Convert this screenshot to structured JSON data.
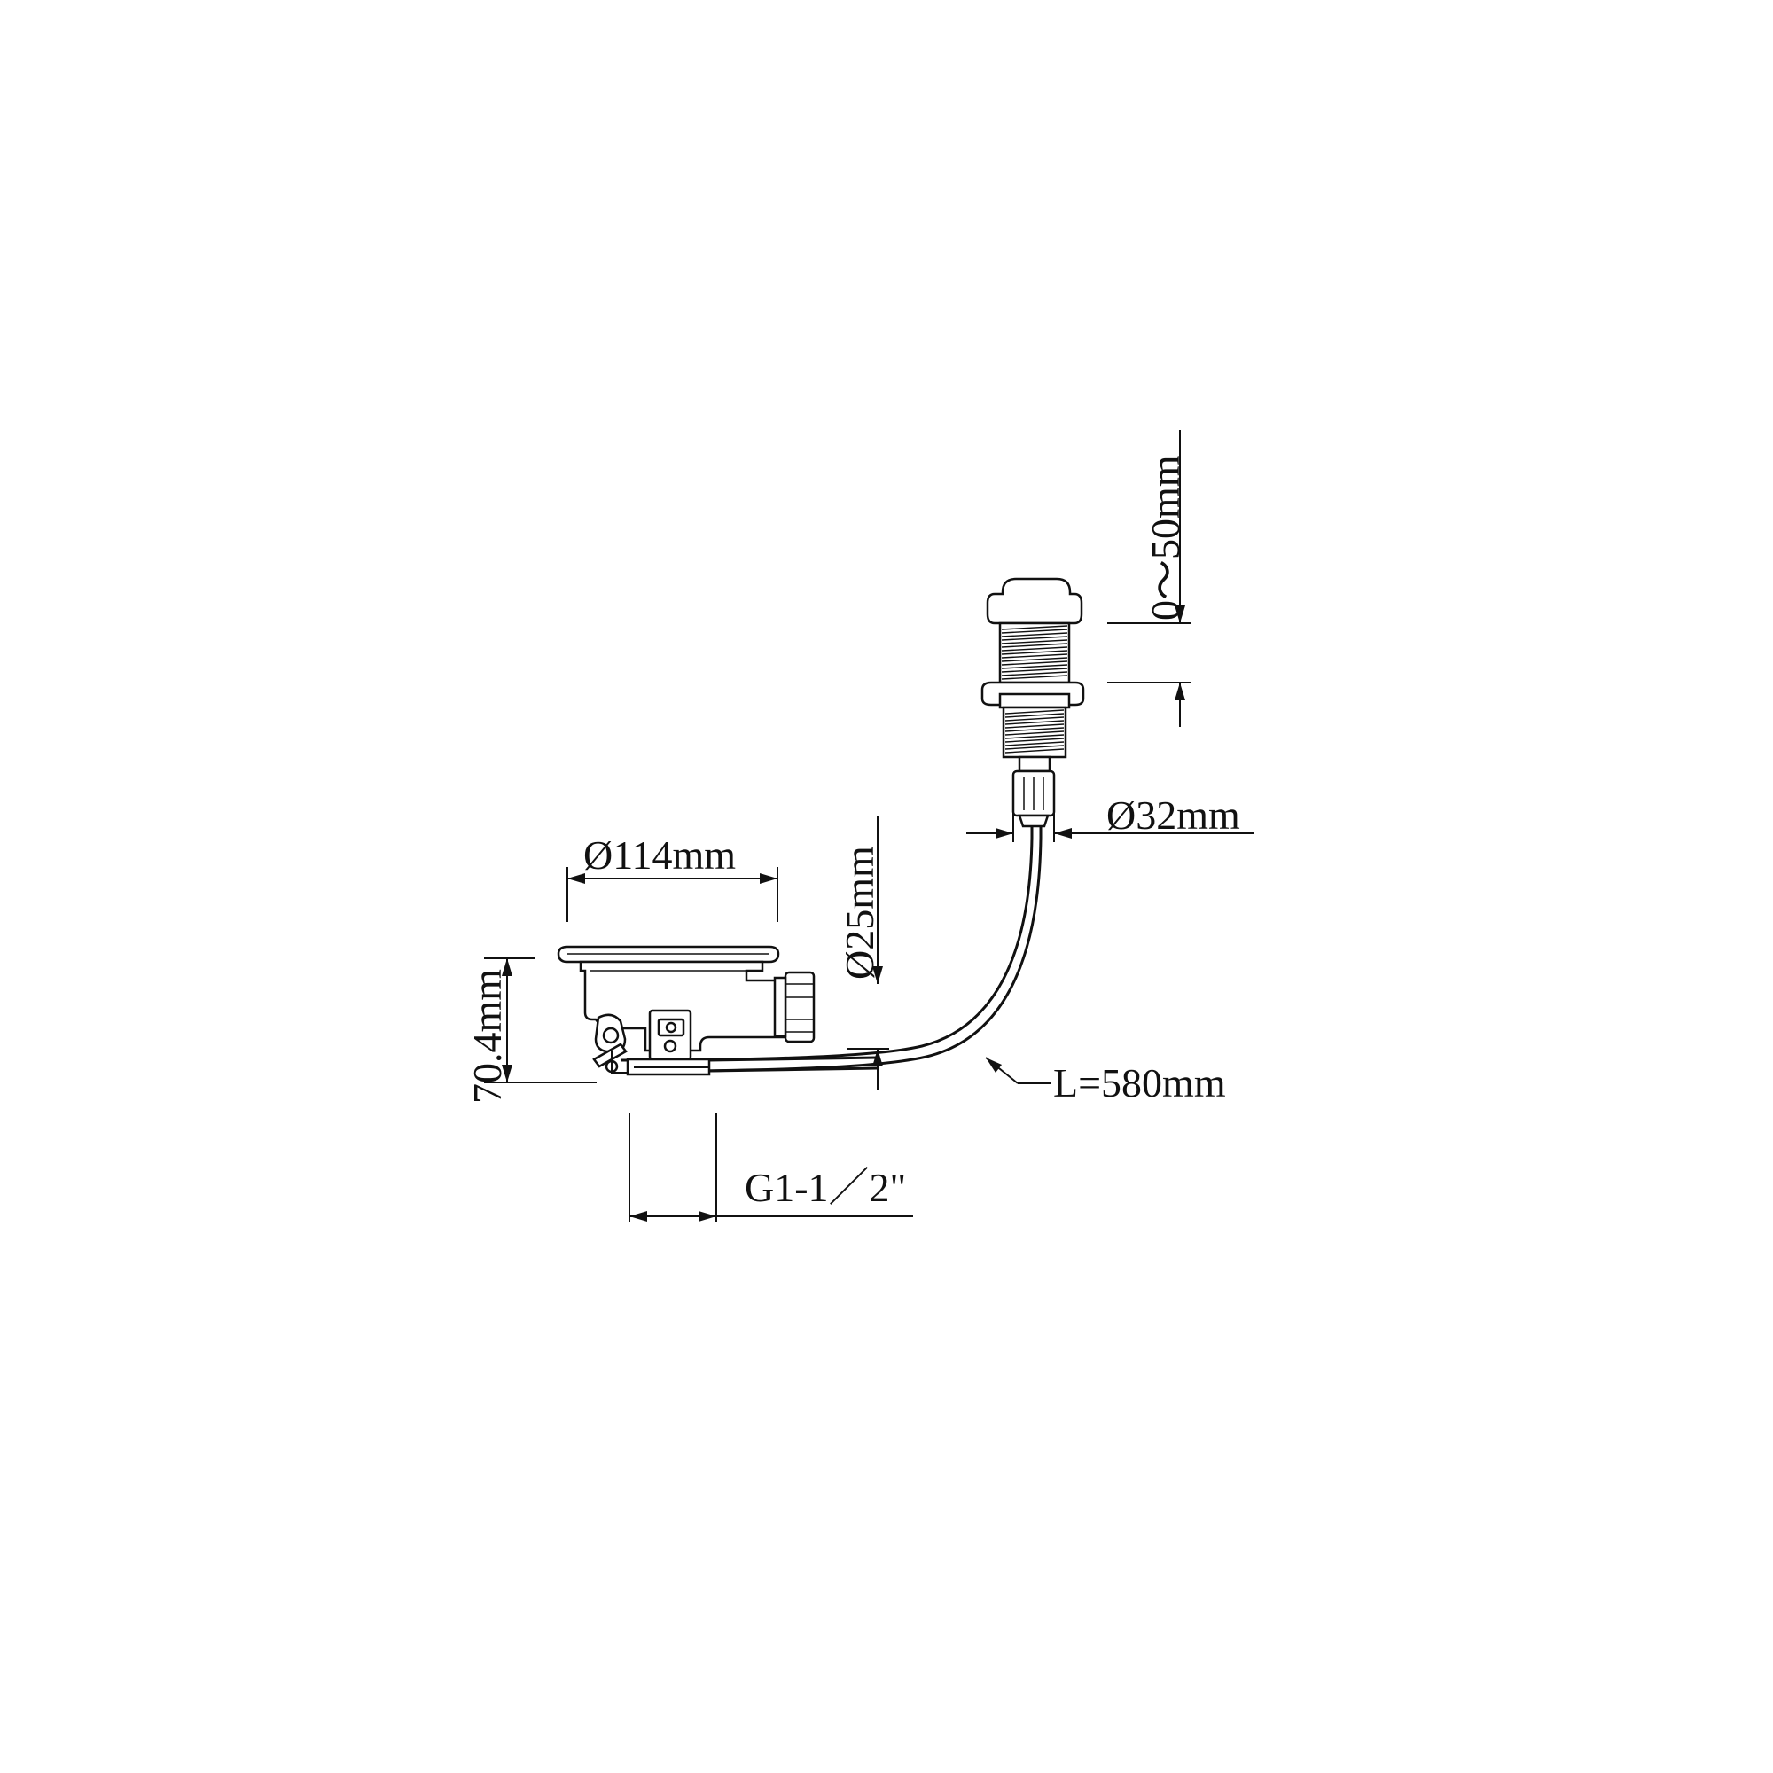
{
  "labels": {
    "stroke_range": "0～50mm",
    "button_diameter": "Ø32mm",
    "strainer_diameter": "Ø114mm",
    "outlet_diameter": "Ø25mm",
    "body_height": "70.4mm",
    "cable_length": "L=580mm",
    "thread_size": "G1-1／2\""
  },
  "colors": {
    "line": "#111111",
    "background": "#ffffff"
  }
}
